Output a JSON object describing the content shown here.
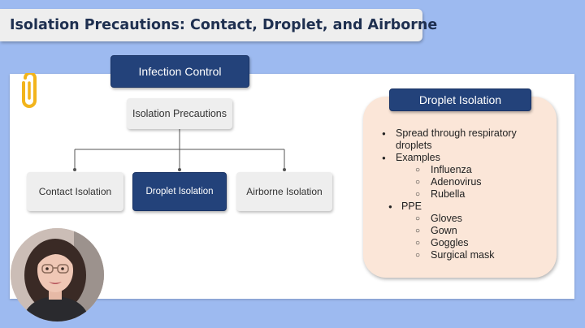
{
  "slide": {
    "title": "Isolation Precautions: Contact, Droplet, and Airborne"
  },
  "diagram": {
    "root_label": "Infection Control",
    "child_label": "Isolation Precautions",
    "children": [
      "Contact Isolation",
      "Droplet Isolation",
      "Airborne Isolation"
    ],
    "highlighted": "Droplet Isolation"
  },
  "panel": {
    "title": "Droplet Isolation",
    "bullet_1": "Spread through respiratory droplets",
    "bullet_2": "Examples",
    "examples": [
      "Influenza",
      "Adenovirus",
      "Rubella"
    ],
    "bullet_3": "PPE",
    "ppe": [
      "Gloves",
      "Gown",
      "Goggles",
      "Surgical mask"
    ]
  },
  "colors": {
    "background": "#9dbaf0",
    "dark_box": "#23427a",
    "panel": "#fbe6d8",
    "clip": "#f2b41c"
  },
  "icons": {
    "clip": "paperclip-icon",
    "presenter": "presenter-avatar"
  }
}
